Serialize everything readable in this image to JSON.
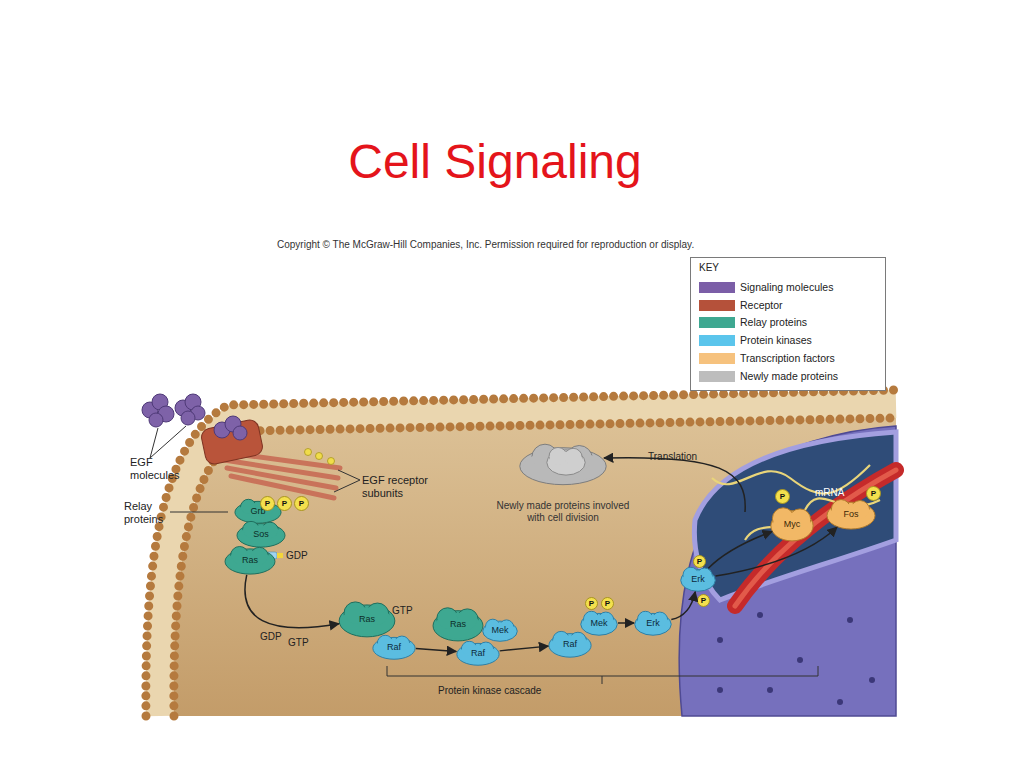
{
  "diagram": {
    "title": "Cell Signaling",
    "nodes": [
      {
        "text": [
          "Grb"
        ]
      },
      {
        "text": [
          "Sos"
        ]
      },
      {
        "text": [
          "Ras"
        ]
      },
      {
        "text": [
          "Ras"
        ]
      },
      {
        "text": [
          "Raf"
        ]
      },
      {
        "text": [
          "Ras"
        ]
      },
      {
        "text": [
          "Mek"
        ]
      },
      {
        "text": [
          "Raf"
        ]
      },
      {
        "text": [
          "Raf"
        ]
      },
      {
        "text": [
          "Mek"
        ]
      },
      {
        "text": [
          "Erk"
        ]
      },
      {
        "text": [
          "Erk"
        ]
      },
      {
        "text": [
          "Myc"
        ]
      },
      {
        "text": [
          "Fos"
        ]
      },
      {
        "text": [
          "Newly made proteins involved with cell division"
        ]
      },
      {
        "text": [
          "P"
        ]
      },
      {
        "text": [
          "P"
        ]
      },
      {
        "text": [
          "P"
        ]
      },
      {
        "text": [
          "P"
        ]
      },
      {
        "text": [
          "P"
        ]
      },
      {
        "text": [
          "P"
        ]
      },
      {
        "text": [
          "P"
        ]
      },
      {
        "text": [
          "P"
        ]
      },
      {
        "text": [
          "P"
        ]
      }
    ],
    "edges": [
      {
        "from": 2,
        "to": 3,
        "arrow": "to"
      },
      {
        "from": 4,
        "to": 7,
        "arrow": "to"
      },
      {
        "from": 7,
        "to": 8,
        "arrow": "to"
      },
      {
        "from": 9,
        "to": 10,
        "arrow": "to"
      },
      {
        "from": 10,
        "to": 11,
        "arrow": "to"
      },
      {
        "from": 11,
        "to": 12,
        "arrow": "to"
      },
      {
        "from": 11,
        "to": 13,
        "arrow": "to"
      }
    ],
    "labels": [
      "Copyright © The McGraw-Hill Companies, Inc. Permission required for reproduction or display.",
      "KEY",
      "EGF molecules",
      "Relay proteins",
      "EGF receptor subunits",
      "GDP",
      "GDP",
      "GTP",
      "GTP",
      "Translation",
      "mRNA",
      "Protein kinase cascade"
    ],
    "legend": [
      {
        "text": "Signaling molecules",
        "color": "#7b5ea7"
      },
      {
        "text": "Receptor",
        "color": "#b5513a"
      },
      {
        "text": "Relay proteins",
        "color": "#3ea891"
      },
      {
        "text": "Protein kinases",
        "color": "#5bc5ec"
      },
      {
        "text": "Transcription factors",
        "color": "#f6c27e"
      },
      {
        "text": "Newly made proteins",
        "color": "#bdbdbd"
      }
    ]
  }
}
